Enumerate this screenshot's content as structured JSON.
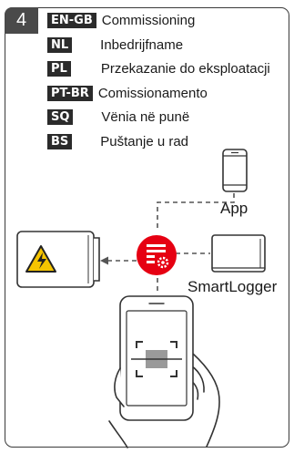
{
  "step": {
    "number": "4"
  },
  "languages": [
    {
      "code": "EN-GB",
      "text": "Commissioning"
    },
    {
      "code": "NL",
      "text": "Inbedrijfname"
    },
    {
      "code": "PL",
      "text": "Przekazanie do eksploatacji"
    },
    {
      "code": "PT-BR",
      "text": "Comissionamento"
    },
    {
      "code": "SQ",
      "text": "Vënia në punë"
    },
    {
      "code": "BS",
      "text": "Puštanje u rad"
    }
  ],
  "diagram": {
    "app_label": "App",
    "smartlogger_label": "SmartLogger",
    "colors": {
      "accent": "#e60012",
      "warning": "#f5c400",
      "line": "#555555"
    },
    "icons": [
      "smartphone-icon",
      "inverter-icon",
      "high-voltage-warning-icon",
      "commissioning-settings-icon",
      "smartlogger-icon",
      "hand-holding-phone-icon",
      "qr-scan-icon"
    ]
  }
}
